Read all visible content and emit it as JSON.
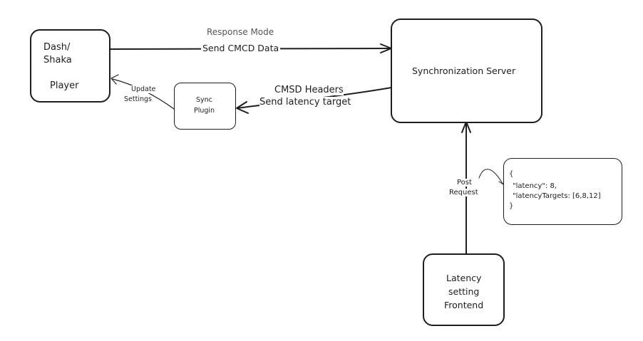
{
  "diagram": {
    "nodes": {
      "player": {
        "lines": [
          "Dash/",
          "Shaka",
          "",
          "Player"
        ]
      },
      "server": {
        "label": "Synchronization Server"
      },
      "sync_plugin": {
        "lines": [
          "Sync",
          "Plugin"
        ]
      },
      "frontend": {
        "lines": [
          "Latency",
          "setting",
          "Frontend"
        ]
      },
      "json_note": {
        "lines": [
          "{",
          "\"latency\": 8,",
          "\"latencyTargets: [6,8,12]",
          "}"
        ]
      }
    },
    "edges": {
      "player_to_server": {
        "top_label": "Response Mode",
        "label": "Send CMCD Data"
      },
      "server_to_plugin": {
        "lines": [
          "CMSD Headers",
          "Send latency target"
        ]
      },
      "plugin_to_player": {
        "lines": [
          "Update",
          "Settings"
        ]
      },
      "frontend_to_server": {
        "lines": [
          "Post",
          "Request"
        ]
      }
    }
  }
}
